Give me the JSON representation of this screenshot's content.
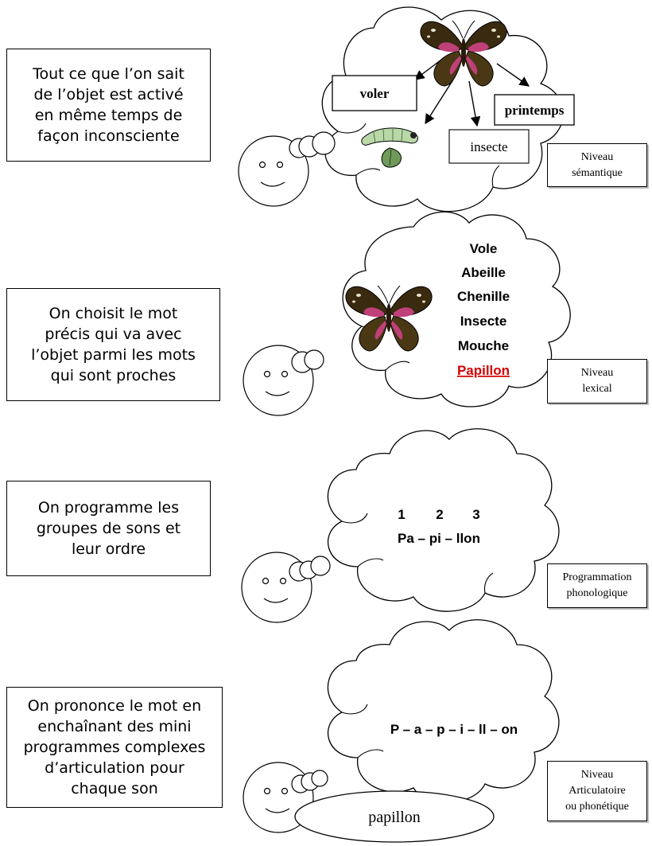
{
  "stages": [
    {
      "description": [
        "Tout  ce que l’on sait",
        "de l’objet est activé",
        "en même temps de",
        "façon inconsciente"
      ],
      "level": [
        "Niveau",
        "sémantique"
      ],
      "labels": {
        "voler": "voler",
        "printemps": "printemps",
        "insecte": "insecte"
      }
    },
    {
      "description": [
        "On choisit le mot",
        "précis qui va avec",
        "l’objet parmi les mots",
        "qui sont proches"
      ],
      "level": [
        "Niveau",
        "lexical"
      ],
      "words": [
        "Vole",
        "Abeille",
        "Chenille",
        "Insecte",
        "Mouche"
      ],
      "selected_word": "Papillon"
    },
    {
      "description": [
        "On programme les",
        "groupes de sons et",
        "leur ordre"
      ],
      "level": [
        "Programmation",
        "phonologique"
      ],
      "syllable_numbers": [
        "1",
        "2",
        "3"
      ],
      "syllables": "Pa – pi – llon"
    },
    {
      "description": [
        "On prononce le mot en",
        "enchaînant des mini",
        "programmes complexes",
        "d’articulation pour",
        "chaque son"
      ],
      "level": [
        "Niveau",
        "Articulatoire",
        "ou phonétique"
      ],
      "phonemes": "P – a – p – i – ll – on",
      "spoken": "papillon"
    }
  ],
  "colors": {
    "selected_word": "#d40000",
    "wing_dark": "#3a2a10",
    "wing_pink": "#c0407a",
    "caterpillar": "#b8d8a8",
    "leaf": "#6f9a5a"
  },
  "icons": [
    "butterfly-icon",
    "caterpillar-icon",
    "smiley-face-icon",
    "thought-cloud-icon"
  ]
}
